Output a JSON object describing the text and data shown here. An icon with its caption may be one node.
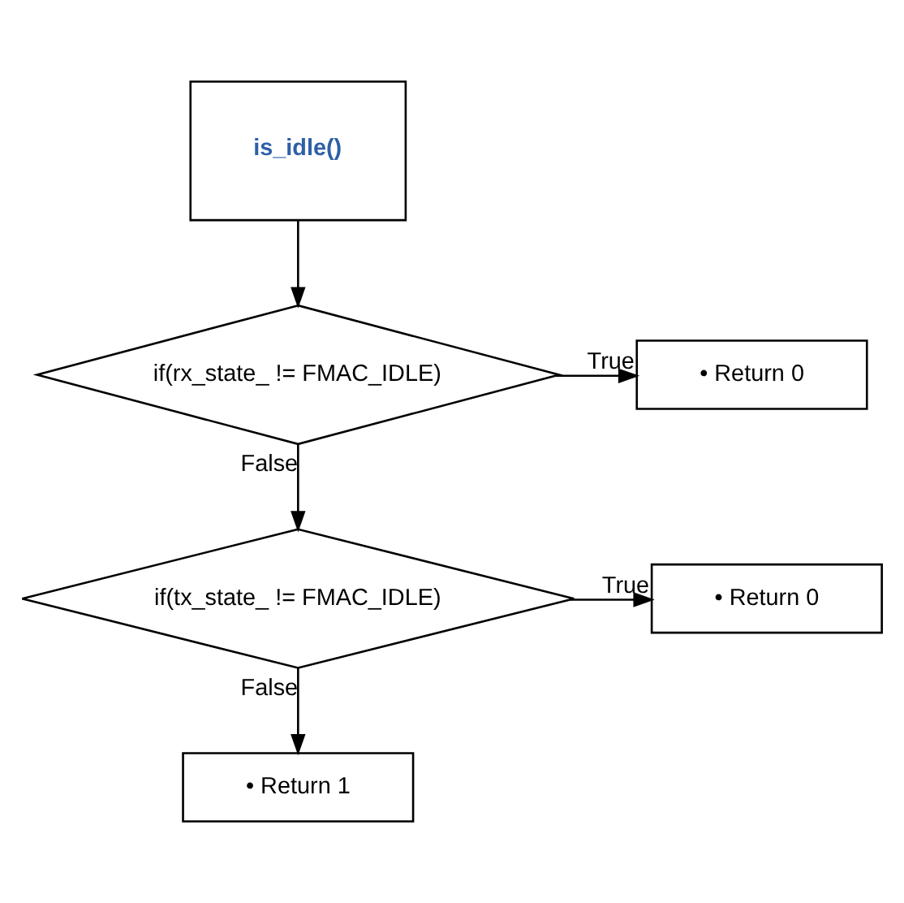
{
  "diagram": {
    "nodes": [
      {
        "text": [
          "is_idle()"
        ]
      },
      {
        "text": [
          "if(rx_state_ != FMAC_IDLE)"
        ]
      },
      {
        "text": [
          "• Return 0"
        ]
      },
      {
        "text": [
          "if(tx_state_ != FMAC_IDLE)"
        ]
      },
      {
        "text": [
          "• Return 0"
        ]
      },
      {
        "text": [
          "• Return 1"
        ]
      }
    ],
    "edges": [
      {
        "from": 0,
        "to": 1,
        "arrow": "to"
      },
      {
        "from": 1,
        "to": 2,
        "arrow": "to",
        "label": "True"
      },
      {
        "from": 1,
        "to": 3,
        "arrow": "to",
        "label": "False"
      },
      {
        "from": 3,
        "to": 4,
        "arrow": "to",
        "label": "True"
      },
      {
        "from": 3,
        "to": 5,
        "arrow": "to",
        "label": "False"
      }
    ]
  }
}
